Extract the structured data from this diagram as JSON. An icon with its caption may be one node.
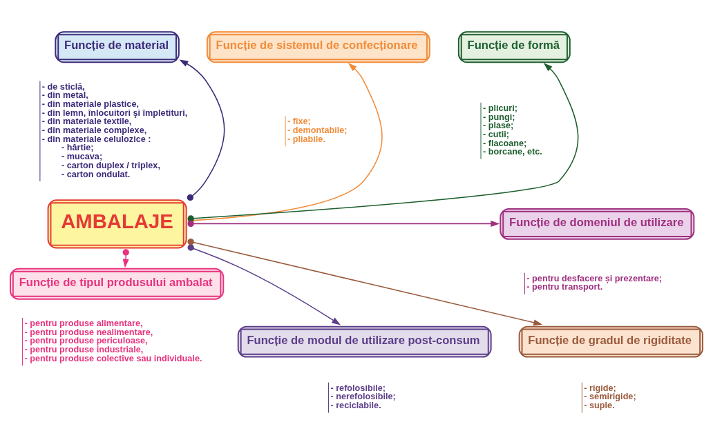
{
  "diagram": {
    "nodes": [
      {
        "text": [
          "Funcție de material"
        ],
        "beside": [
          "- de sticlă,",
          "- din metal,",
          "- din materiale plastice,",
          "- din lemn, înlocuitori şi împletituri,",
          "- din materiale textile,",
          "- din materiale complexe,",
          "- din materiale celulozice :",
          "- hârtie;",
          "- mucava;",
          "- carton duplex / triplex,",
          "- carton ondulat."
        ]
      },
      {
        "text": [
          "Funcție de sistemul de confecționare"
        ],
        "beside": [
          "- fixe;",
          "- demontabile;",
          "- pliabile."
        ]
      },
      {
        "text": [
          "Funcție de formă"
        ],
        "beside": [
          "- plicuri;",
          "- pungi;",
          "- plase;",
          "- cutii;",
          "- flacoane;",
          "- borcane, etc."
        ]
      },
      {
        "text": [
          "AMBALAJE"
        ]
      },
      {
        "text": [
          "Funcție de domeniul de utilizare"
        ],
        "beside": [
          "- pentru desfacere și prezentare;",
          "- pentru transport."
        ]
      },
      {
        "text": [
          "Funcție de tipul produsului ambalat"
        ],
        "beside": [
          "- pentru produse alimentare,",
          "- pentru produse nealimentare,",
          "- pentru produse periculoase,",
          "- pentru produse industriale,",
          "- pentru produse colective sau individuale."
        ]
      },
      {
        "text": [
          "Funcție de modul de utilizare post-consum"
        ],
        "beside": [
          "- refolosibile;",
          "- nerefolosibile;",
          "- reciclabile."
        ]
      },
      {
        "text": [
          "Funcție de gradul de rigiditate"
        ],
        "beside": [
          "- rigide;",
          "- semirigide;",
          "- suple."
        ]
      }
    ],
    "edges": [
      {
        "from": 3,
        "to": 0,
        "arrow": "to",
        "color": "#3d2b7a"
      },
      {
        "from": 3,
        "to": 1,
        "arrow": "to",
        "color": "#f28c3a"
      },
      {
        "from": 3,
        "to": 2,
        "arrow": "to",
        "color": "#1d5e2e"
      },
      {
        "from": 3,
        "to": 4,
        "arrow": "to",
        "color": "#a0307f"
      },
      {
        "from": 3,
        "to": 5,
        "arrow": "to",
        "color": "#e8337e"
      },
      {
        "from": 3,
        "to": 6,
        "arrow": "to",
        "color": "#5b3e8a"
      },
      {
        "from": 3,
        "to": 7,
        "arrow": "to",
        "color": "#9a5a3c"
      }
    ]
  }
}
